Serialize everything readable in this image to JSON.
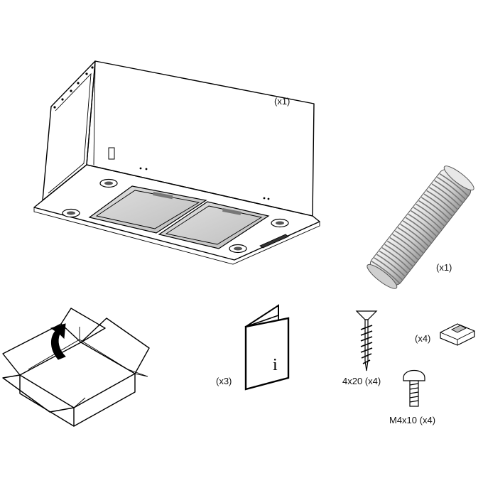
{
  "components": {
    "hood": {
      "quantity_label": "(x1)"
    },
    "duct": {
      "quantity_label": "(x1)"
    },
    "manual": {
      "quantity_label": "(x3)",
      "info_glyph": "i"
    },
    "wood_screw": {
      "size_label": "4x20 (x4)"
    },
    "bracket": {
      "quantity_label": "(x4)"
    },
    "machine_screw": {
      "size_label": "M4x10 (x4)"
    }
  },
  "icons": [
    "range-hood-icon",
    "flexible-duct-icon",
    "open-box-icon",
    "unpack-arrow-icon",
    "manual-booklet-icon",
    "wood-screw-icon",
    "mounting-bracket-icon",
    "machine-screw-icon"
  ],
  "colors": {
    "line": "#000000",
    "panel": "#e4e4e4",
    "filter": "#cfcfcf",
    "duct_light": "#f2f2f2",
    "duct_dark": "#a8a8a8"
  }
}
